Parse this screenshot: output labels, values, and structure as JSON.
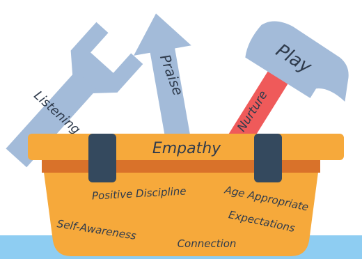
{
  "toolbox": {
    "rim_label": "Empathy",
    "body_labels": {
      "positive_discipline": "Positive Discipline",
      "age_appropriate_line1": "Age Appropriate",
      "age_appropriate_line2": "Expectations",
      "self_awareness": "Self-Awareness",
      "connection": "Connection"
    }
  },
  "tools": {
    "wrench_label": "Listening",
    "arrow_label": "Praise",
    "hammer_handle_label": "Nurture",
    "hammer_head_label": "Play"
  },
  "colors": {
    "tool_blue": "#a3bbd9",
    "handle_red": "#ef5a5a",
    "box_orange": "#f6a93b",
    "box_band": "#d9722a",
    "latch_navy": "#34495e",
    "floor_blue": "#8ecdf2",
    "text": "#2f3b4c"
  }
}
